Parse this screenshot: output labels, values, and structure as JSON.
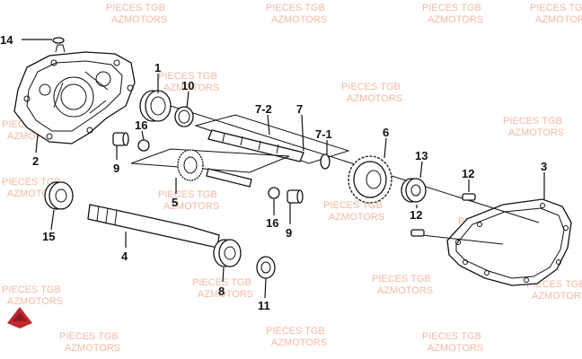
{
  "diagram": {
    "watermark_lines": [
      "PIECES TGB",
      "AZMOTORS"
    ],
    "callouts": [
      {
        "id": "c14",
        "label": "14"
      },
      {
        "id": "c1",
        "label": "1"
      },
      {
        "id": "c10",
        "label": "10"
      },
      {
        "id": "c7-2",
        "label": "7-2"
      },
      {
        "id": "c7",
        "label": "7"
      },
      {
        "id": "c16a",
        "label": "16"
      },
      {
        "id": "c7-1",
        "label": "7-1"
      },
      {
        "id": "c6",
        "label": "6"
      },
      {
        "id": "c2",
        "label": "2"
      },
      {
        "id": "c9a",
        "label": "9"
      },
      {
        "id": "c13",
        "label": "13"
      },
      {
        "id": "c3",
        "label": "3"
      },
      {
        "id": "c12a",
        "label": "12"
      },
      {
        "id": "c5",
        "label": "5"
      },
      {
        "id": "c12b",
        "label": "12"
      },
      {
        "id": "c15",
        "label": "15"
      },
      {
        "id": "c16b",
        "label": "16"
      },
      {
        "id": "c9b",
        "label": "9"
      },
      {
        "id": "c4",
        "label": "4"
      },
      {
        "id": "c8",
        "label": "8"
      },
      {
        "id": "c11",
        "label": "11"
      }
    ],
    "brand_icon": "azmotors-logo-icon"
  }
}
